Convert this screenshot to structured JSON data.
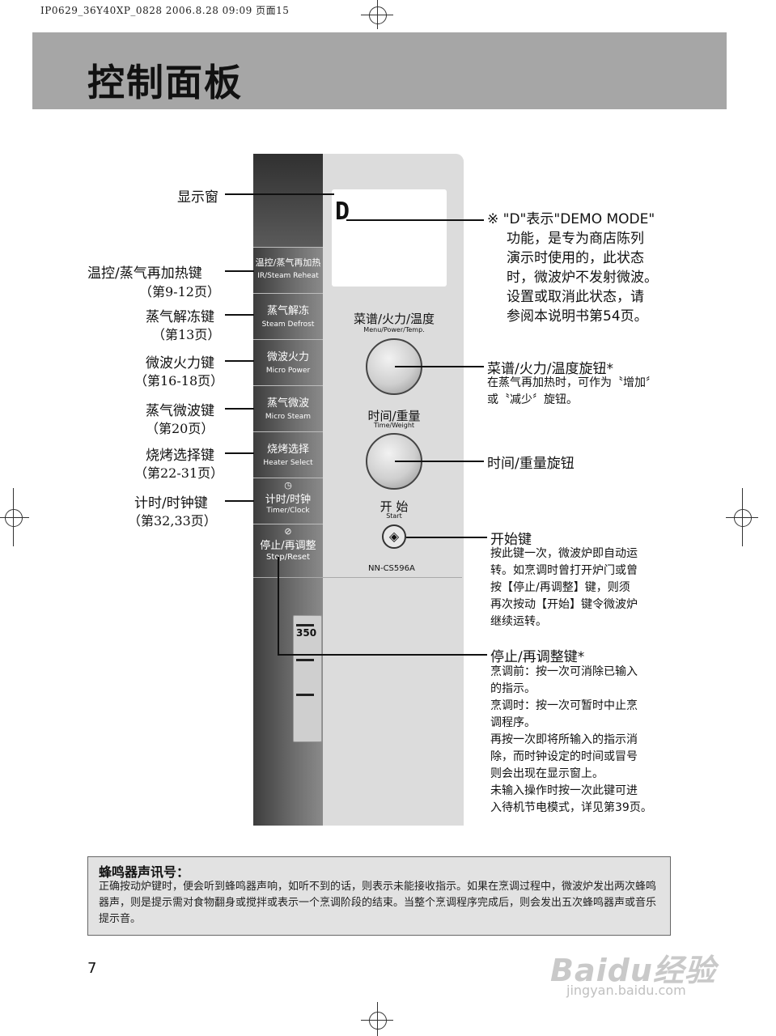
{
  "print_header": "IP0629_36Y40XP_0828  2006.8.28 09:09  页面15",
  "title": "控制面板",
  "panel": {
    "keys": [
      {
        "cn": "温控/蒸气再加热",
        "en": "IR/Steam Reheat",
        "icon": ""
      },
      {
        "cn": "蒸气解冻",
        "en": "Steam Defrost",
        "icon": ""
      },
      {
        "cn": "微波火力",
        "en": "Micro Power",
        "icon": ""
      },
      {
        "cn": "蒸气微波",
        "en": "Micro Steam",
        "icon": ""
      },
      {
        "cn": "烧烤选择",
        "en": "Heater Select",
        "icon": ""
      },
      {
        "cn": "计时/时钟",
        "en": "Timer/Clock",
        "icon": "◷"
      },
      {
        "cn": "停止/再调整",
        "en": "Stop/Reset",
        "icon": "⊘"
      }
    ],
    "display_char": "D",
    "menu_knob_cn": "菜谱/火力/温度",
    "menu_knob_en": "Menu/Power/Temp.",
    "time_knob_cn": "时间/重量",
    "time_knob_en": "Time/Weight",
    "start_cn": "开 始",
    "start_en": "Start",
    "start_icon": "◈",
    "model": "NN-CS596A",
    "slot_label": "350"
  },
  "left_labels": [
    {
      "main": "显示窗",
      "sub": ""
    },
    {
      "main": "温控/蒸气再加热键",
      "sub": "（第9-12页）"
    },
    {
      "main": "蒸气解冻键",
      "sub": "（第13页）"
    },
    {
      "main": "微波火力键",
      "sub": "（第16-18页）"
    },
    {
      "main": "蒸气微波键",
      "sub": "（第20页）"
    },
    {
      "main": "烧烤选择键",
      "sub": "（第22-31页）"
    },
    {
      "main": "计时/时钟键",
      "sub": "（第32,33页）"
    }
  ],
  "right": {
    "demo_lines": [
      "※ \"D\"表示\"DEMO MODE\"",
      "功能，是专为商店陈列",
      "演示时使用的，此状态",
      "时，微波炉不发射微波。",
      "设置或取消此状态，请",
      "参阅本说明书第54页。"
    ],
    "menu_knob_title": "菜谱/火力/温度旋钮*",
    "menu_knob_desc": [
      "在蒸气再加热时，可作为〝增加〞",
      "或〝减少〞旋钮。"
    ],
    "time_knob_title": "时间/重量旋钮",
    "start_title": "开始键",
    "start_desc": [
      "按此键一次，微波炉即自动运",
      "转。如烹调时曾打开炉门或曾",
      "按【停止/再调整】键，则须",
      "再次按动【开始】键令微波炉",
      "继续运转。"
    ],
    "stop_title": "停止/再调整键*",
    "stop_desc": [
      "烹调前：按一次可消除已输入",
      "的指示。",
      "烹调时：按一次可暂时中止烹",
      "调程序。",
      "再按一次即将所输入的指示消",
      "除，而时钟设定的时间或冒号",
      "则会出现在显示窗上。",
      "未输入操作时按一次此键可进",
      "入待机节电模式，详见第39页。"
    ]
  },
  "notice": {
    "title": "蜂鸣器声讯号：",
    "body": "正确按动炉键时，便会听到蜂鸣器声响，如听不到的话，则表示未能接收指示。如果在烹调过程中，微波炉发出两次蜂鸣器声，则是提示需对食物翻身或搅拌或表示一个烹调阶段的结束。当整个烹调程序完成后，则会发出五次蜂鸣器声或音乐提示音。"
  },
  "page_number": "7",
  "watermark": "Baidu经验",
  "watermark_url": "jingyan.baidu.com"
}
